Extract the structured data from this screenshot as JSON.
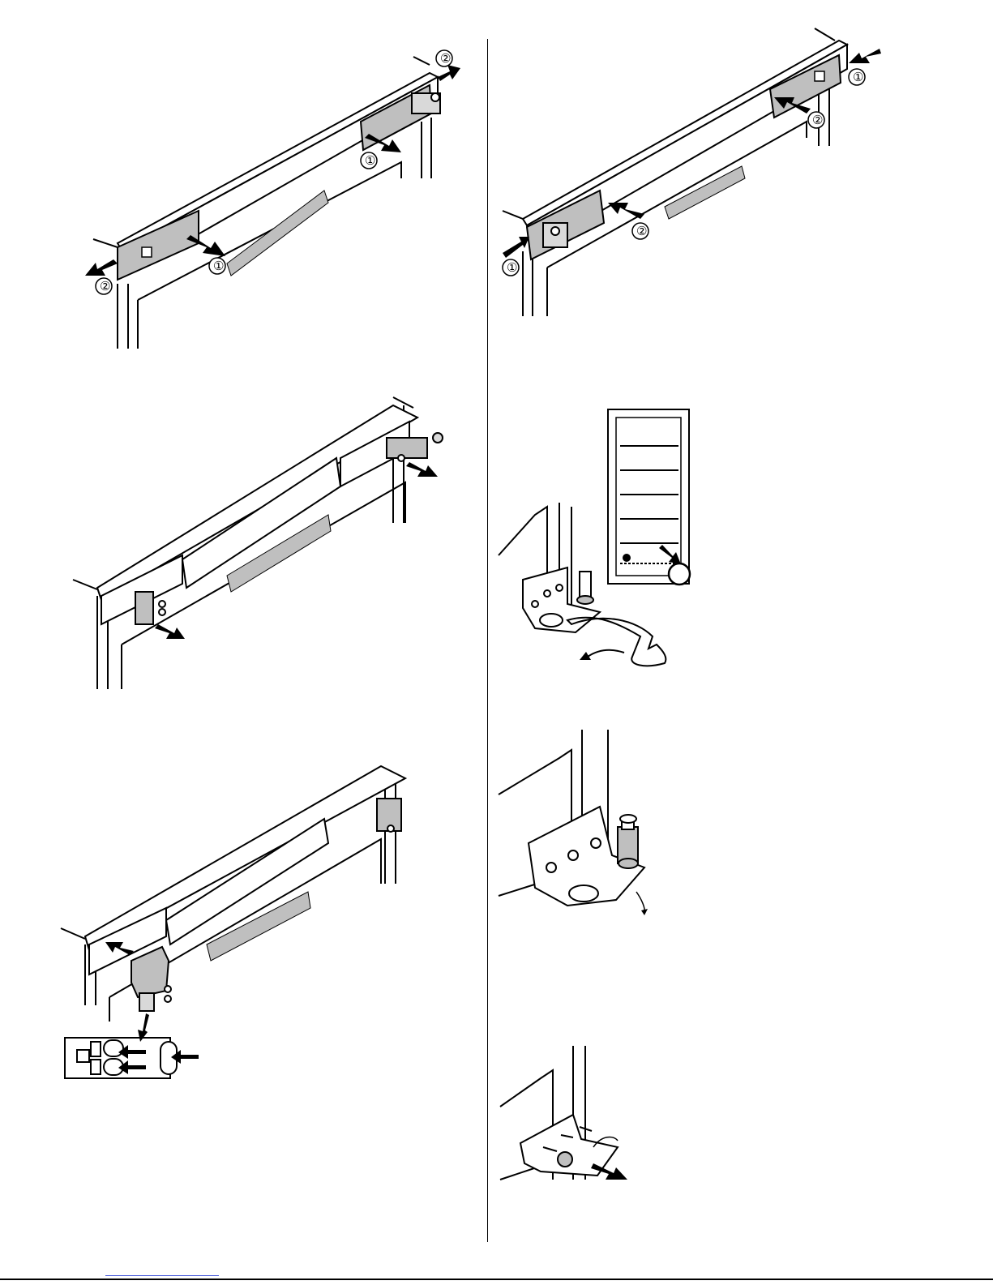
{
  "figures": {
    "fig1": {
      "callouts": [
        "①",
        "②",
        "①",
        "②"
      ]
    },
    "fig2": {
      "callouts": [
        "①",
        "②",
        "②",
        "①"
      ]
    }
  },
  "colors": {
    "line": "#000000",
    "panel_gray": "#bfbfbf",
    "light_gray": "#e6e6e6",
    "dark_gray": "#7a7a7a",
    "footer_link": "#3a4fd6"
  },
  "icons": [
    "arrow-icon",
    "circled-number-icon",
    "wrench-icon",
    "hinge-pin-icon",
    "rotate-icon",
    "screw-icon"
  ]
}
